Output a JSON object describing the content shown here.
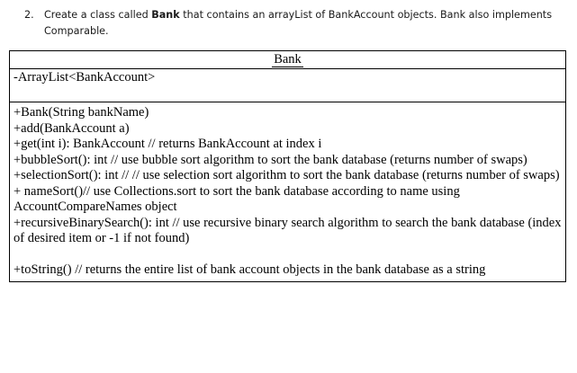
{
  "intro": {
    "number": "2.",
    "text_before_bold": "Create a class called ",
    "bold_term": "Bank",
    "text_after_bold": " that contains an arrayList of BankAccount objects. Bank also implements Comparable."
  },
  "uml": {
    "class_name": "Bank",
    "attributes": [
      "-ArrayList<BankAccount>"
    ],
    "methods": [
      "+Bank(String bankName)",
      "+add(BankAccount a)",
      "+get(int i): BankAccount // returns BankAccount at index i",
      "+bubbleSort(): int // use bubble sort algorithm to sort the bank database (returns number of swaps)",
      "+selectionSort(): int // // use selection sort algorithm to sort the bank database (returns number of swaps)",
      "+ nameSort()// use Collections.sort to sort the bank database according to name using AccountCompareNames object",
      "+recursiveBinarySearch(): int // use recursive binary search algorithm to search the bank database (index of desired item or -1 if not found)",
      "",
      "+toString() // returns the entire list of bank account objects in the bank database as a string"
    ]
  },
  "colors": {
    "background": "#ffffff",
    "text": "#000000",
    "intro_text": "#1a1a1a",
    "border": "#000000"
  }
}
